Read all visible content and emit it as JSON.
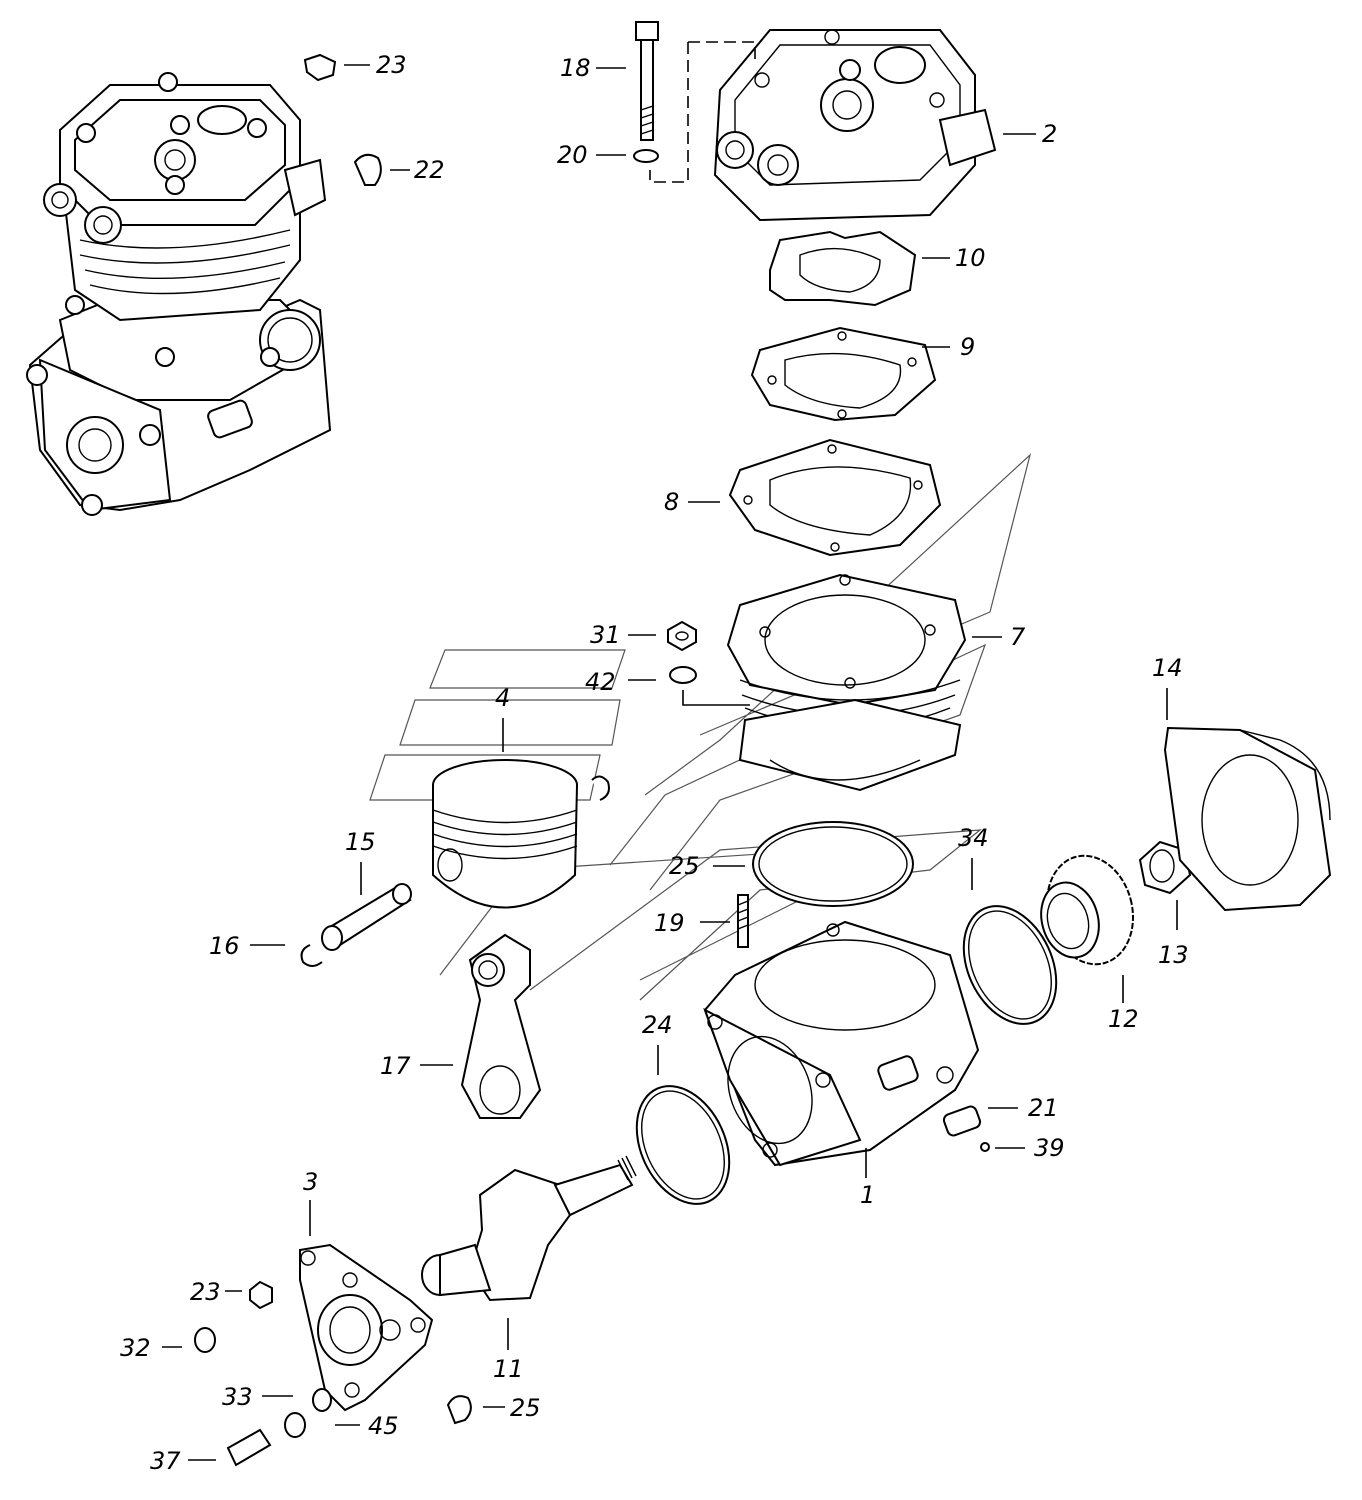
{
  "callouts": [
    {
      "id": "c23a",
      "text": "23"
    },
    {
      "id": "c22",
      "text": "22"
    },
    {
      "id": "c18",
      "text": "18"
    },
    {
      "id": "c20",
      "text": "20"
    },
    {
      "id": "c2",
      "text": "2"
    },
    {
      "id": "c10",
      "text": "10"
    },
    {
      "id": "c9",
      "text": "9"
    },
    {
      "id": "c8",
      "text": "8"
    },
    {
      "id": "c31",
      "text": "31"
    },
    {
      "id": "c7",
      "text": "7"
    },
    {
      "id": "c42",
      "text": "42"
    },
    {
      "id": "c4",
      "text": "4"
    },
    {
      "id": "c14",
      "text": "14"
    },
    {
      "id": "c15",
      "text": "15"
    },
    {
      "id": "c34",
      "text": "34"
    },
    {
      "id": "c25a",
      "text": "25"
    },
    {
      "id": "c16",
      "text": "16"
    },
    {
      "id": "c19",
      "text": "19"
    },
    {
      "id": "c13",
      "text": "13"
    },
    {
      "id": "c12",
      "text": "12"
    },
    {
      "id": "c24",
      "text": "24"
    },
    {
      "id": "c17",
      "text": "17"
    },
    {
      "id": "c21",
      "text": "21"
    },
    {
      "id": "c39",
      "text": "39"
    },
    {
      "id": "c1",
      "text": "1"
    },
    {
      "id": "c3",
      "text": "3"
    },
    {
      "id": "c23b",
      "text": "23"
    },
    {
      "id": "c32",
      "text": "32"
    },
    {
      "id": "c11",
      "text": "11"
    },
    {
      "id": "c33",
      "text": "33"
    },
    {
      "id": "c45",
      "text": "45"
    },
    {
      "id": "c25b",
      "text": "25"
    },
    {
      "id": "c37",
      "text": "37"
    }
  ]
}
